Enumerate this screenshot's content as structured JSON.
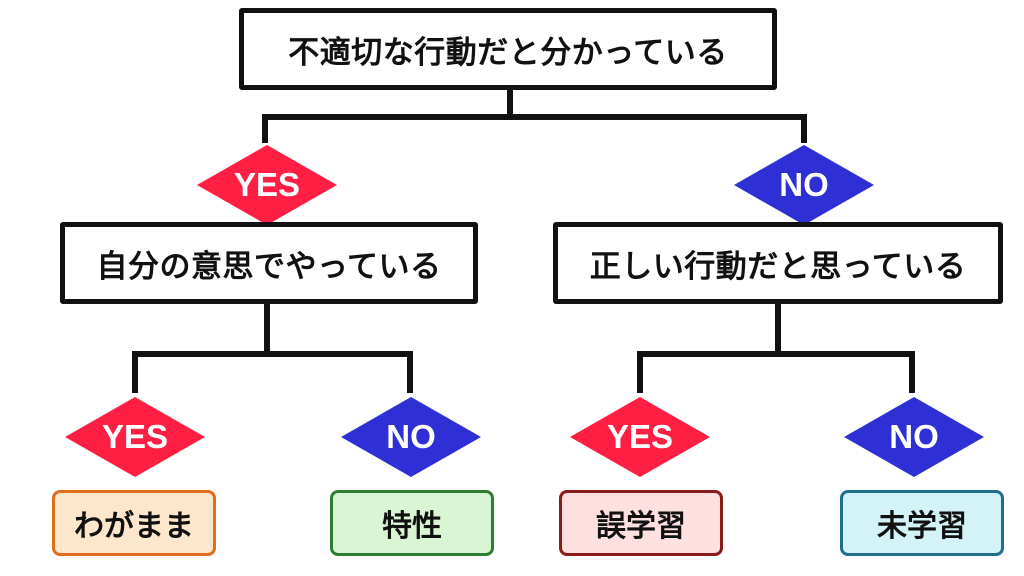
{
  "colors": {
    "yes": "#ff1f43",
    "no": "#2f2fd6",
    "line": "#111111"
  },
  "root": {
    "label": "不適切な行動だと分かっている"
  },
  "left": {
    "branch": "YES",
    "question": "自分の意思でやっている",
    "yes": {
      "branch": "YES",
      "result": "わがまま",
      "border": "#e06e1c",
      "fill": "#fde7cc"
    },
    "no": {
      "branch": "NO",
      "result": "特性",
      "border": "#2e7d32",
      "fill": "#d9f5d3"
    }
  },
  "right": {
    "branch": "NO",
    "question": "正しい行動だと思っている",
    "yes": {
      "branch": "YES",
      "result": "誤学習",
      "border": "#8b1a1a",
      "fill": "#fde0df"
    },
    "no": {
      "branch": "NO",
      "result": "未学習",
      "border": "#1f6f8b",
      "fill": "#d3f3f7"
    }
  }
}
